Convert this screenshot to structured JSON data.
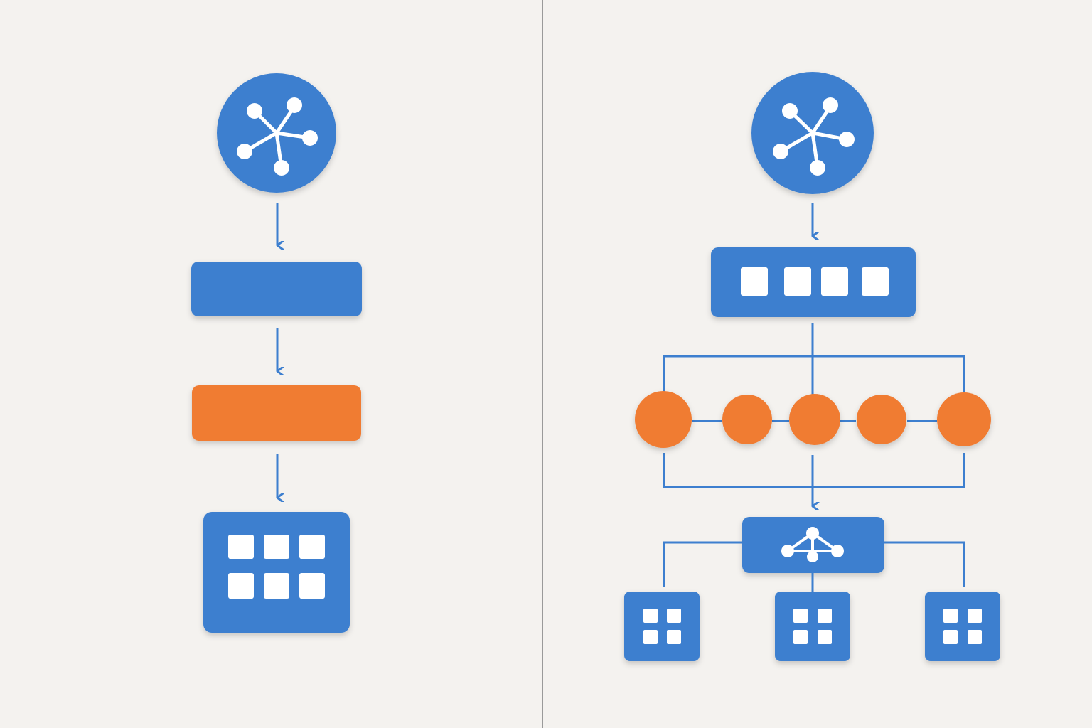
{
  "colors": {
    "background": "#f4f2ef",
    "blue": "#3d7fcf",
    "blue_dark": "#2f6cb8",
    "orange": "#f07b33",
    "orange_dark": "#d9681f",
    "divider": "#9a9a9a",
    "white": "#ffffff"
  },
  "panels": [
    {
      "name": "left-sequential-panel",
      "nodes": [
        {
          "kind": "hub-circle",
          "icon": "network-icon"
        },
        {
          "kind": "blue-bar"
        },
        {
          "kind": "orange-bar"
        },
        {
          "kind": "grid-block",
          "grid": [
            2,
            3
          ]
        }
      ]
    },
    {
      "name": "right-parallel-panel",
      "nodes": [
        {
          "kind": "hub-circle",
          "icon": "network-icon"
        },
        {
          "kind": "slot-bar",
          "slots": 4
        },
        {
          "kind": "orange-circle-row",
          "count": 5
        },
        {
          "kind": "router-box",
          "icon": "tree-icon"
        },
        {
          "kind": "grid-block-row",
          "count": 3,
          "grid": [
            2,
            2
          ]
        }
      ]
    }
  ]
}
